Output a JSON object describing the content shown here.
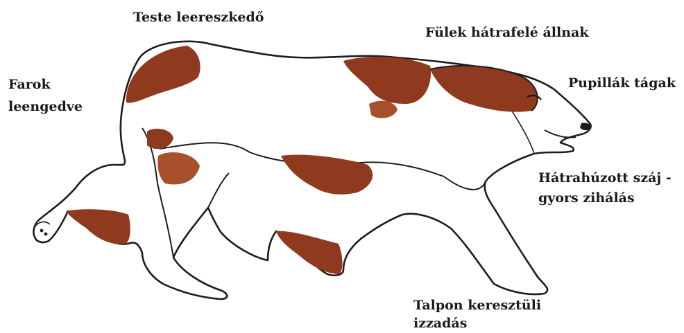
{
  "colors": {
    "outline": "#1c1c1c",
    "patch": "#8f3a1e",
    "patch_light": "#a8502c",
    "text": "#1a1a1a",
    "background": "#ffffff"
  },
  "labels": {
    "body_low": "Teste leereszkedő",
    "ears_back": "Fülek hátrafelé állnak",
    "tail_down": [
      "Farok",
      "leengedve"
    ],
    "pupils": "Pupillák tágak",
    "mouth": [
      "Hátrahúzott száj -",
      "gyors zihálás"
    ],
    "paw_sweat": [
      "Talpon keresztüli",
      "izzadás"
    ]
  }
}
